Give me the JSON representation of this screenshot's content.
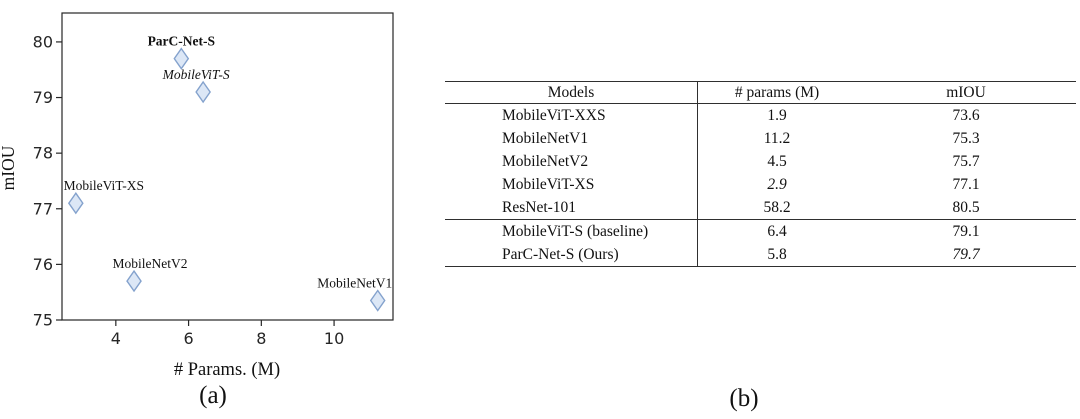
{
  "captions": {
    "a": "(a)",
    "b": "(b)"
  },
  "colors": {
    "axis": "#262626",
    "text": "#111111",
    "table_line": "#2f2f2f",
    "marker_fill": "#dce7f6",
    "marker_stroke": "#84a2cd"
  },
  "chart_data": [
    {
      "type": "scatter",
      "title": "",
      "xlabel": "# Params. (M)",
      "ylabel": "mIOU",
      "xlim": [
        2.52,
        11.62
      ],
      "ylim": [
        75.0,
        80.52
      ],
      "xticks": [
        4,
        6,
        8,
        10
      ],
      "yticks": [
        75,
        76,
        77,
        78,
        79,
        80
      ],
      "grid": false,
      "legend": "none",
      "marker": "diamond",
      "points": [
        {
          "label": "MobileViT-XS",
          "x": 2.9,
          "y": 77.1,
          "label_style": "normal"
        },
        {
          "label": "MobileNetV2",
          "x": 4.5,
          "y": 75.7,
          "label_style": "normal"
        },
        {
          "label": "ParC-Net-S",
          "x": 5.8,
          "y": 79.7,
          "label_style": "bold"
        },
        {
          "label": "MobileViT-S",
          "x": 6.4,
          "y": 79.1,
          "label_style": "italic"
        },
        {
          "label": "MobileNetV1",
          "x": 11.2,
          "y": 75.35,
          "label_style": "normal"
        }
      ]
    },
    {
      "type": "table",
      "columns": [
        "Models",
        "# params (M)",
        "mIOU"
      ],
      "rows": [
        {
          "model": "MobileViT-XXS",
          "params": "1.9",
          "miou": "73.6",
          "params_style": "bold",
          "miou_style": "normal",
          "end_of_section": false
        },
        {
          "model": "MobileNetV1",
          "params": "11.2",
          "miou": "75.3",
          "params_style": "normal",
          "miou_style": "normal",
          "end_of_section": false
        },
        {
          "model": "MobileNetV2",
          "params": "4.5",
          "miou": "75.7",
          "params_style": "normal",
          "miou_style": "normal",
          "end_of_section": false
        },
        {
          "model": "MobileViT-XS",
          "params": "2.9",
          "miou": "77.1",
          "params_style": "italic",
          "miou_style": "normal",
          "end_of_section": false
        },
        {
          "model": "ResNet-101",
          "params": "58.2",
          "miou": "80.5",
          "params_style": "normal",
          "miou_style": "bold",
          "end_of_section": true
        },
        {
          "model": "MobileViT-S (baseline)",
          "params": "6.4",
          "miou": "79.1",
          "params_style": "normal",
          "miou_style": "normal",
          "end_of_section": false
        },
        {
          "model": "ParC-Net-S (Ours)",
          "params": "5.8",
          "miou": "79.7",
          "params_style": "normal",
          "miou_style": "italic",
          "end_of_section": false
        }
      ]
    }
  ]
}
